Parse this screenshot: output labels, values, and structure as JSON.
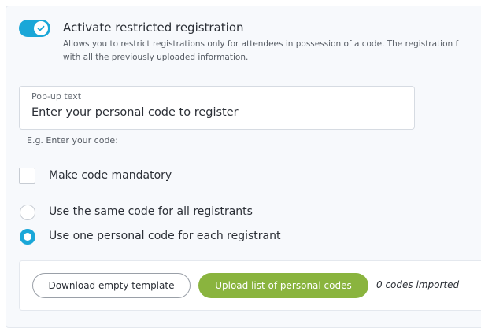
{
  "restricted_registration": {
    "enabled": true,
    "title": "Activate restricted registration",
    "description_line1": "Allows you to restrict registrations only for attendees in possession of a code. The registration f",
    "description_line2": "with all the previously uploaded information."
  },
  "popup_text": {
    "label": "Pop-up text",
    "value": "Enter your personal code to register",
    "hint": "E.g. Enter your code:"
  },
  "mandatory": {
    "label": "Make code mandatory",
    "checked": false
  },
  "code_mode": {
    "options": [
      {
        "label": "Use the same code for all registrants",
        "selected": false
      },
      {
        "label": "Use one personal code for each registrant",
        "selected": true
      }
    ]
  },
  "codes": {
    "download_label": "Download empty template",
    "upload_label": "Upload list of personal codes",
    "imported_text": "0 codes imported"
  },
  "colors": {
    "accent": "#1aa7d8",
    "upload_button": "#8ab43e",
    "panel_bg": "#f7f9fc"
  }
}
